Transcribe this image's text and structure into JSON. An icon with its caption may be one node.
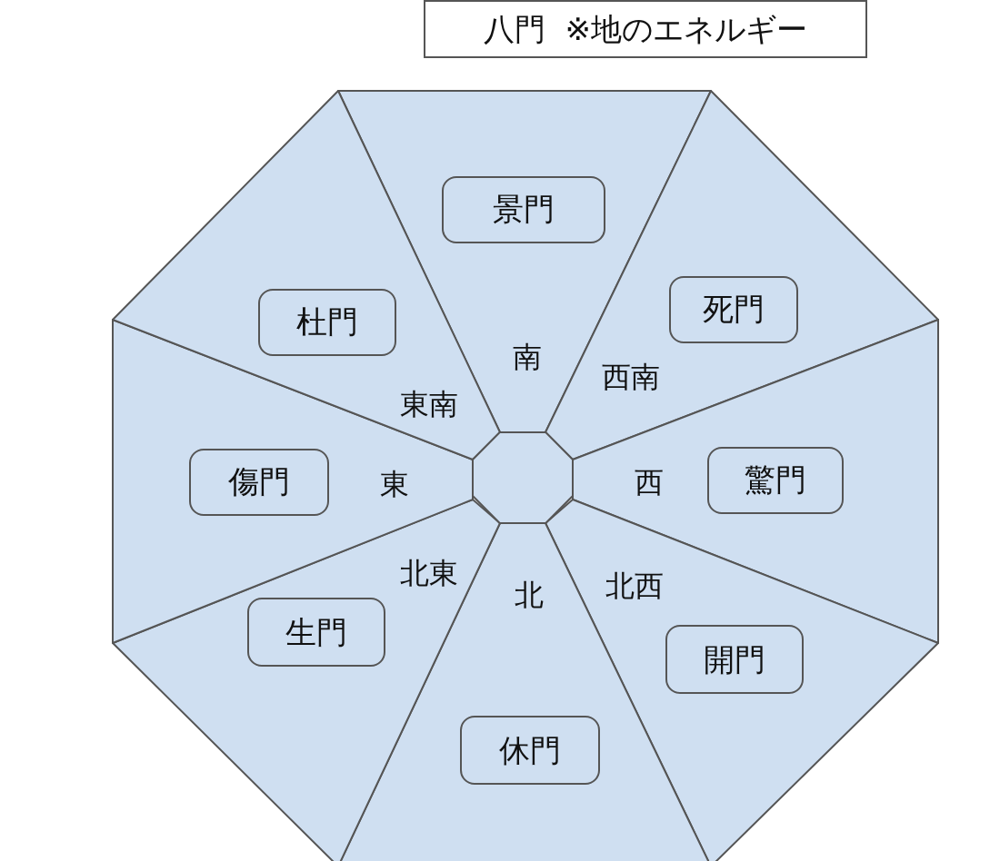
{
  "diagram": {
    "title": "八門  ※地のエネルギー",
    "nodes": [
      {
        "text": [
          "南"
        ]
      },
      {
        "text": [
          "景門"
        ],
        "in": 0
      },
      {
        "text": [
          "西南"
        ]
      },
      {
        "text": [
          "死門"
        ],
        "in": 2
      },
      {
        "text": [
          "西"
        ]
      },
      {
        "text": [
          "驚門"
        ],
        "in": 4
      },
      {
        "text": [
          "北西"
        ]
      },
      {
        "text": [
          "開門"
        ],
        "in": 6
      },
      {
        "text": [
          "北"
        ]
      },
      {
        "text": [
          "休門"
        ],
        "in": 8
      },
      {
        "text": [
          "北東"
        ]
      },
      {
        "text": [
          "生門"
        ],
        "in": 10
      },
      {
        "text": [
          "東"
        ]
      },
      {
        "text": [
          "傷門"
        ],
        "in": 12
      },
      {
        "text": [
          "東南"
        ]
      },
      {
        "text": [
          "杜門"
        ],
        "in": 14
      },
      {
        "text": [],
        "shape": "octagon"
      }
    ]
  }
}
